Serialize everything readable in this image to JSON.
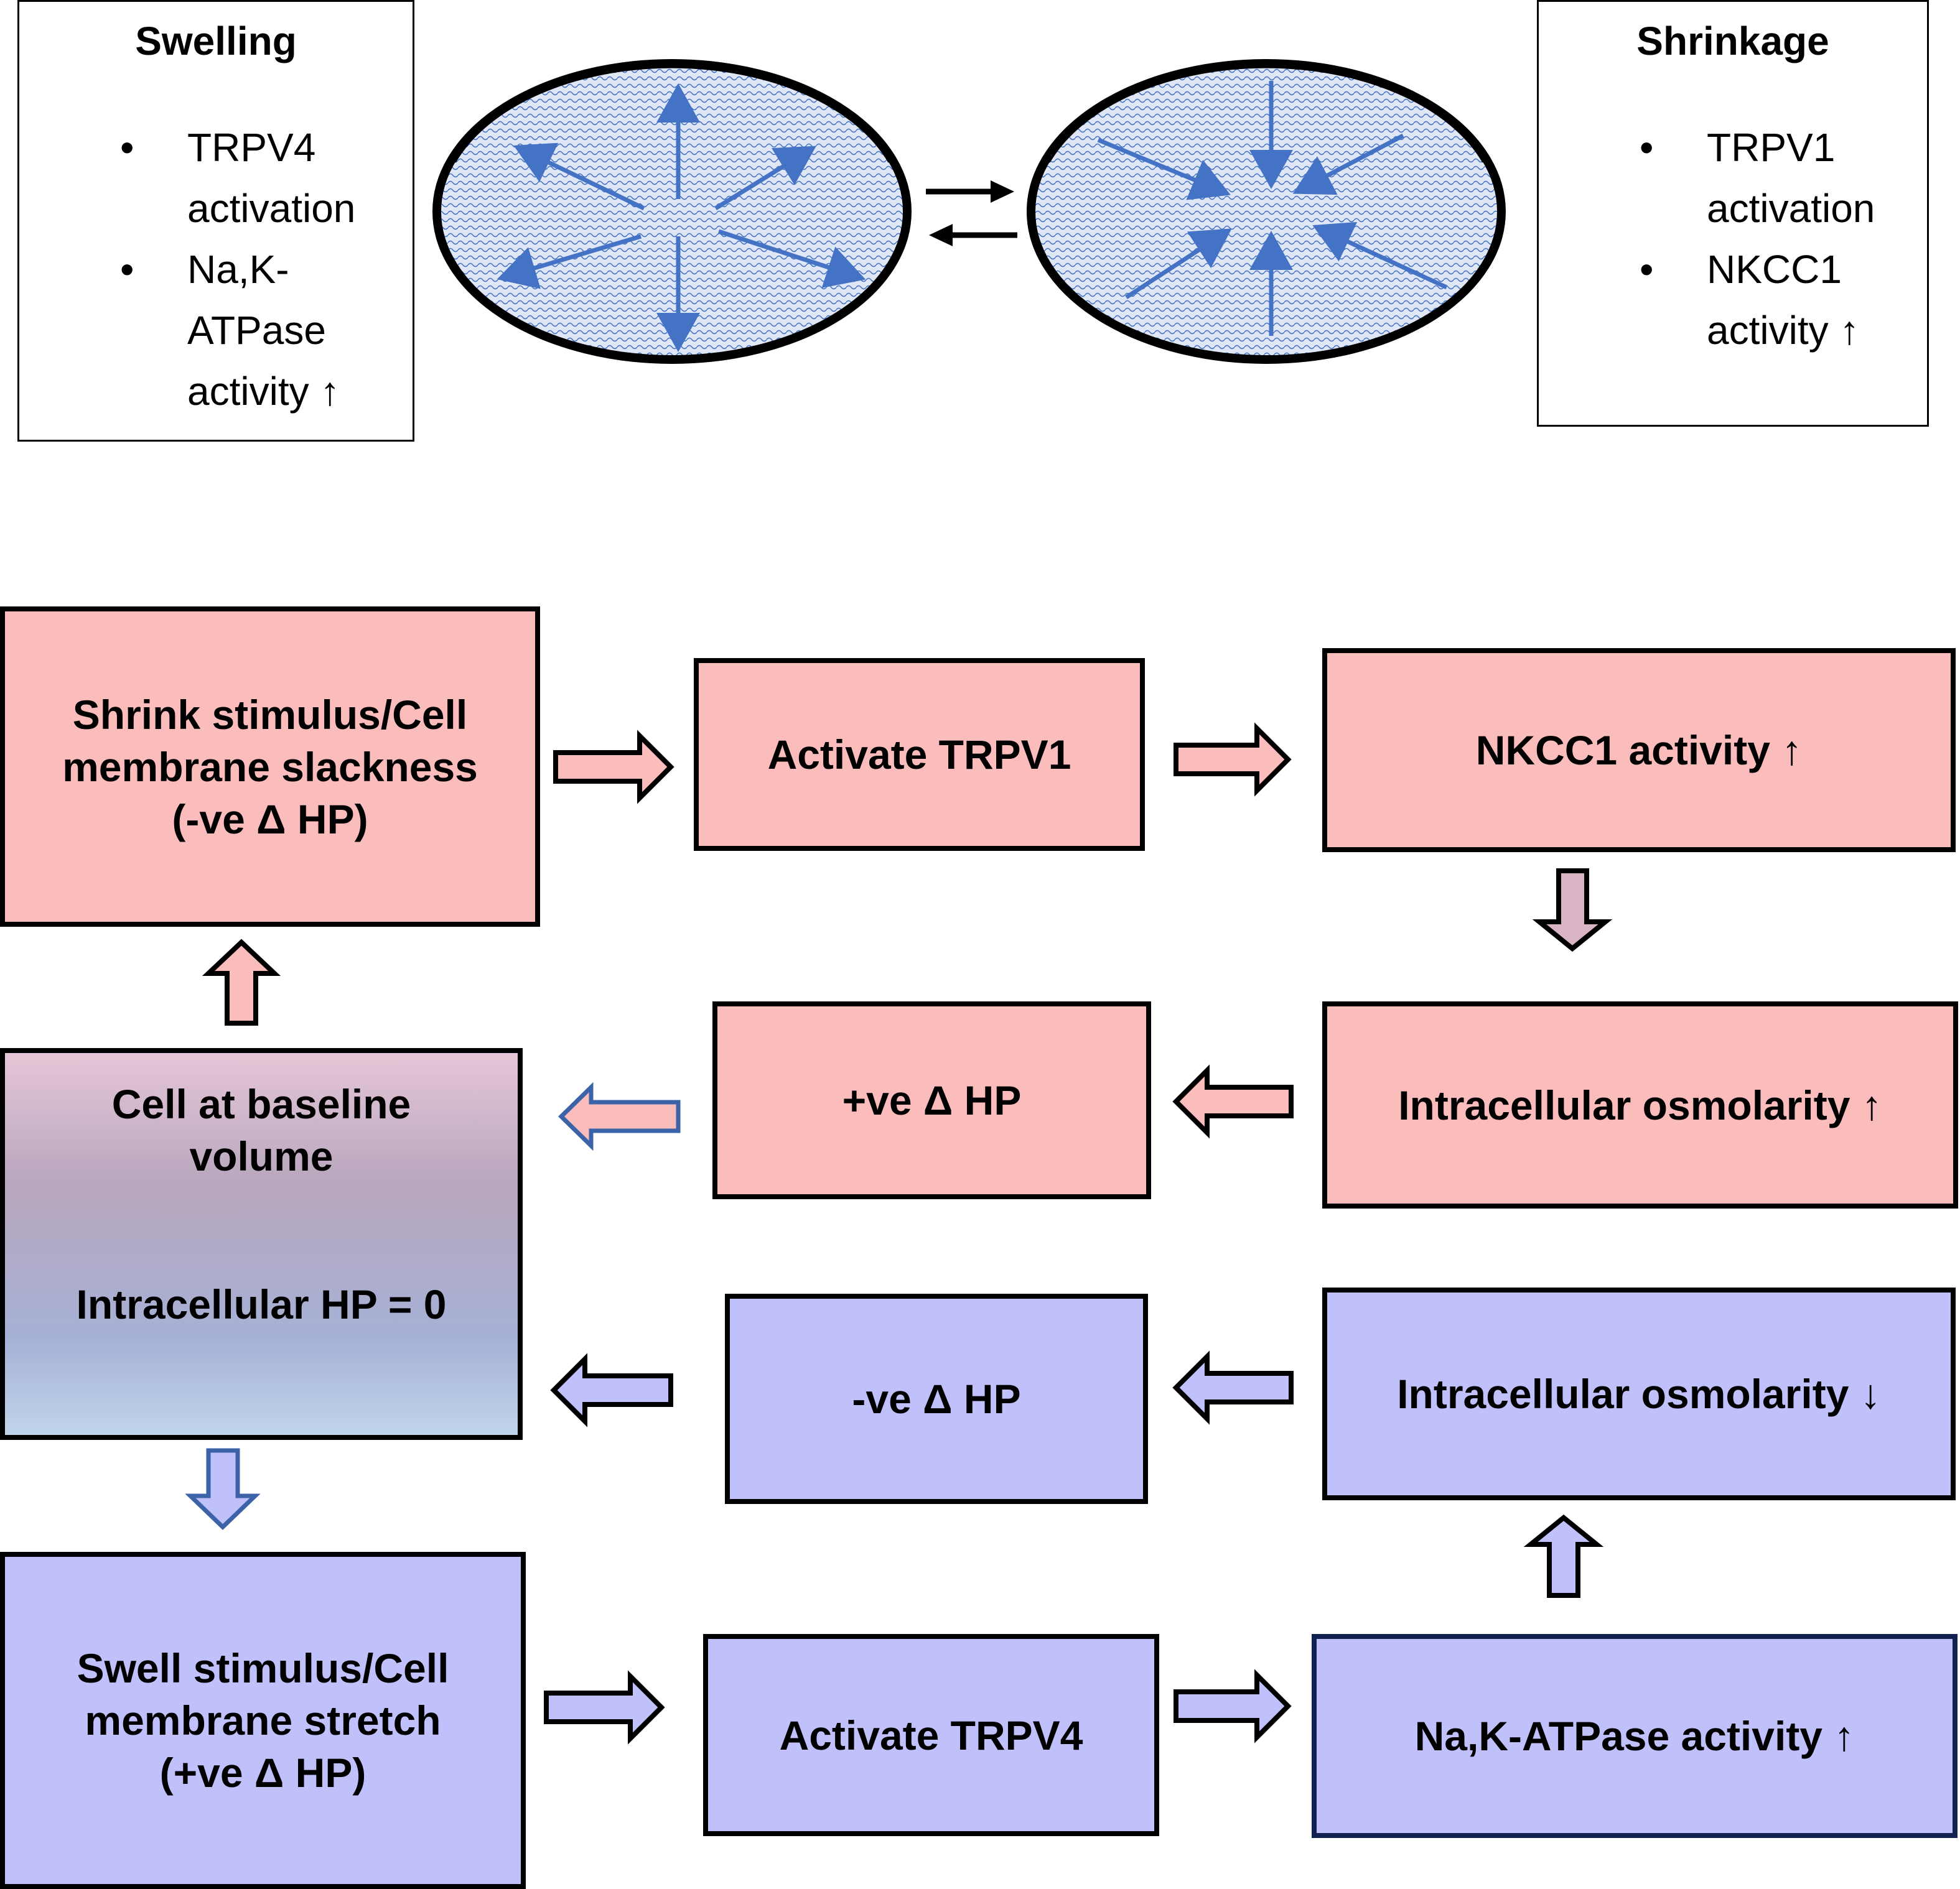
{
  "legend": {
    "swelling": {
      "title": "Swelling",
      "items": [
        [
          "TRPV4",
          "activation"
        ],
        [
          "Na,K-",
          "ATPase",
          "activity ↑"
        ]
      ]
    },
    "shrinkage": {
      "title": "Shrinkage",
      "items": [
        [
          "TRPV1",
          "activation"
        ],
        [
          "NKCC1",
          "activity ↑"
        ]
      ]
    }
  },
  "flow": {
    "shrink_stimulus": [
      "Shrink stimulus/Cell",
      "membrane slackness",
      "(-ve Δ HP)"
    ],
    "activate_trpv1": "Activate TRPV1",
    "nkcc1_activity": "NKCC1 activity ↑",
    "osmolarity_up": "Intracellular osmolarity ↑",
    "pos_hp": "+ve Δ HP",
    "baseline": {
      "line1": "Cell at baseline",
      "line2": "volume",
      "line3": "Intracellular HP = 0"
    },
    "osmolarity_down": "Intracellular osmolarity ↓",
    "neg_hp": "-ve Δ HP",
    "swell_stimulus": [
      "Swell stimulus/Cell",
      "membrane stretch",
      "(+ve Δ HP)"
    ],
    "activate_trpv4": "Activate TRPV4",
    "nak_activity": "Na,K-ATPase activity ↑"
  },
  "colors": {
    "pink_fill": "#fbbcbc",
    "blue_fill": "#c0c0fb",
    "arrow_blue": "#4472c4",
    "border": "#000000"
  }
}
